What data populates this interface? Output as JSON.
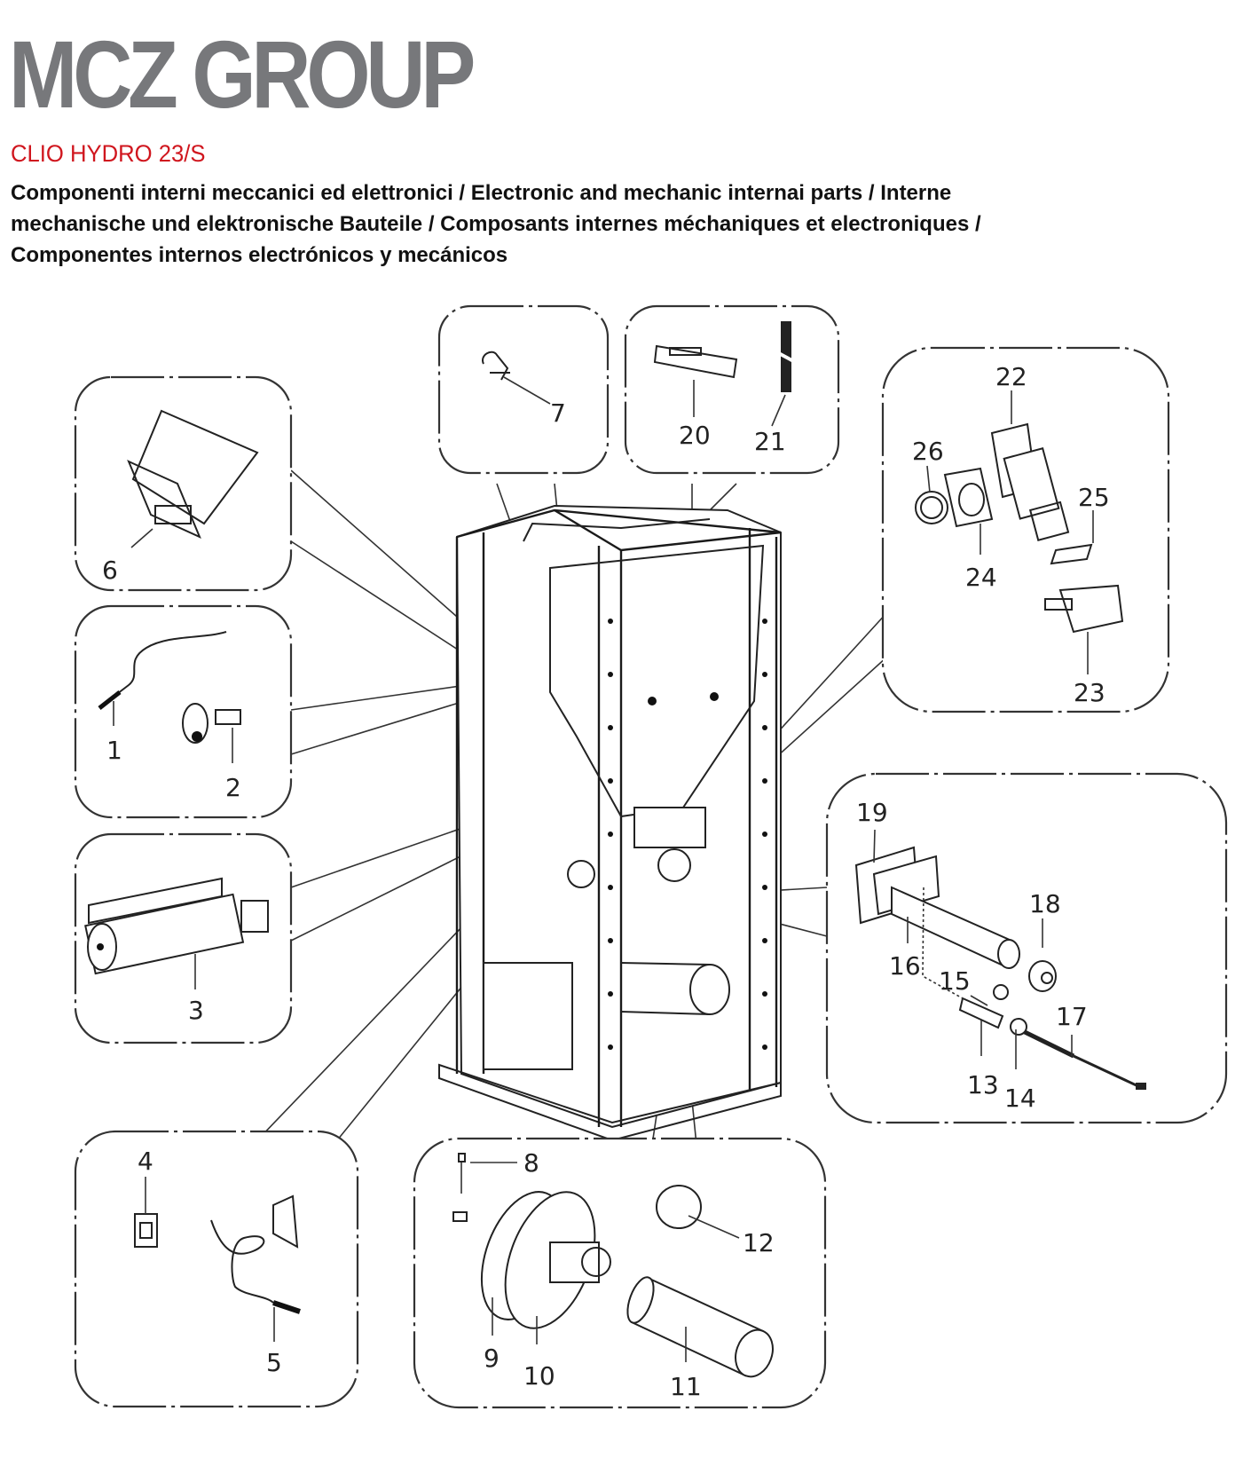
{
  "header": {
    "brand": "MCZ GROUP",
    "model": "CLIO HYDRO 23/S",
    "description_lines": [
      "Componenti interni meccanici ed elettronici / Electronic and mechanic internai parts / Interne",
      "mechanische und elektronische Bauteile / Composants internes méchaniques et electroniques /",
      "Componentes internos electrónicos y mecánicos"
    ]
  },
  "colors": {
    "brand_gray": "#77787b",
    "model_red": "#d0161e"
  },
  "diagram": {
    "callout_groups": [
      {
        "id": "box-6",
        "labels": [
          "6"
        ]
      },
      {
        "id": "box-1-2",
        "labels": [
          "1",
          "2"
        ]
      },
      {
        "id": "box-3",
        "labels": [
          "3"
        ]
      },
      {
        "id": "box-4-5",
        "labels": [
          "4",
          "5"
        ]
      },
      {
        "id": "box-7",
        "labels": [
          "7"
        ]
      },
      {
        "id": "box-20-21",
        "labels": [
          "20",
          "21"
        ]
      },
      {
        "id": "box-22-26",
        "labels": [
          "22",
          "26",
          "25",
          "24",
          "23"
        ]
      },
      {
        "id": "box-13-19",
        "labels": [
          "19",
          "18",
          "16",
          "15",
          "17",
          "13",
          "14"
        ]
      },
      {
        "id": "box-8-12",
        "labels": [
          "8",
          "12",
          "9",
          "10",
          "11"
        ]
      }
    ],
    "labels": {
      "p1": "1",
      "p2": "2",
      "p3": "3",
      "p4": "4",
      "p5": "5",
      "p6": "6",
      "p7": "7",
      "p8": "8",
      "p9": "9",
      "p10": "10",
      "p11": "11",
      "p12": "12",
      "p13": "13",
      "p14": "14",
      "p15": "15",
      "p16": "16",
      "p17": "17",
      "p18": "18",
      "p19": "19",
      "p20": "20",
      "p21": "21",
      "p22": "22",
      "p23": "23",
      "p24": "24",
      "p25": "25",
      "p26": "26"
    }
  }
}
